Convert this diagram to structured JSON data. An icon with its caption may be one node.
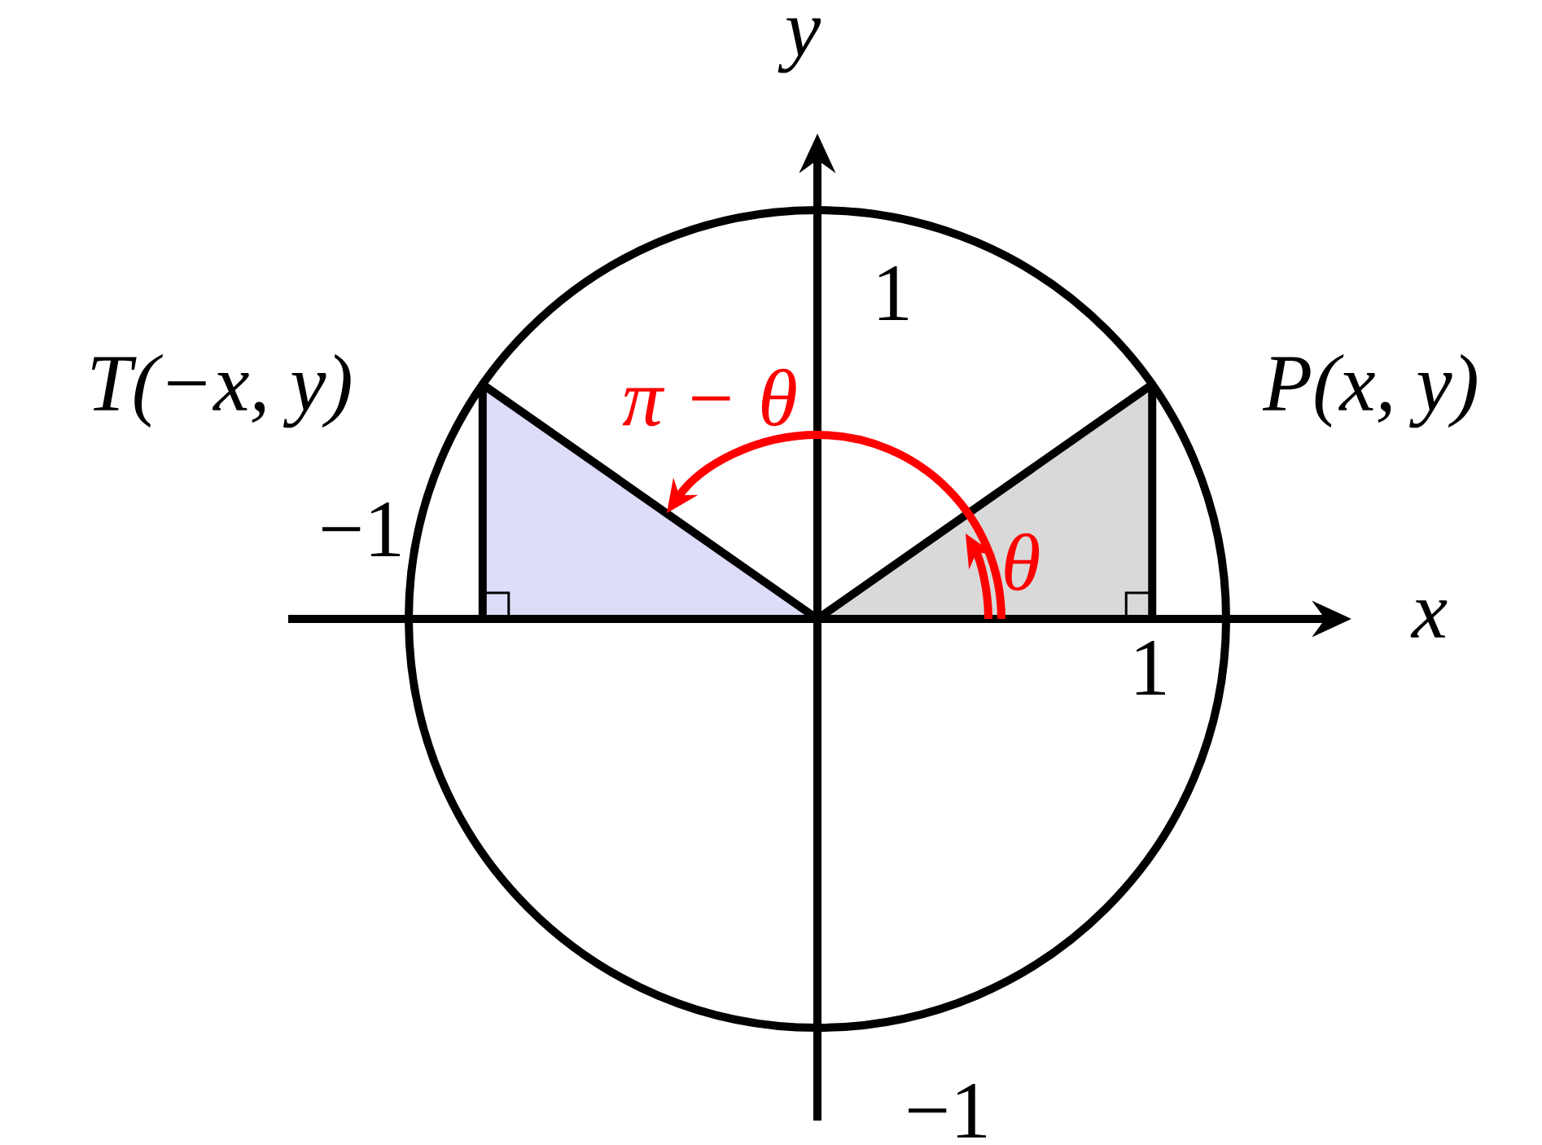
{
  "diagram": {
    "labels": [
      "y",
      "1",
      "T(−x, y)",
      "π − θ",
      "P(x, y)",
      "−1",
      "θ",
      "x",
      "1",
      "−1"
    ]
  }
}
